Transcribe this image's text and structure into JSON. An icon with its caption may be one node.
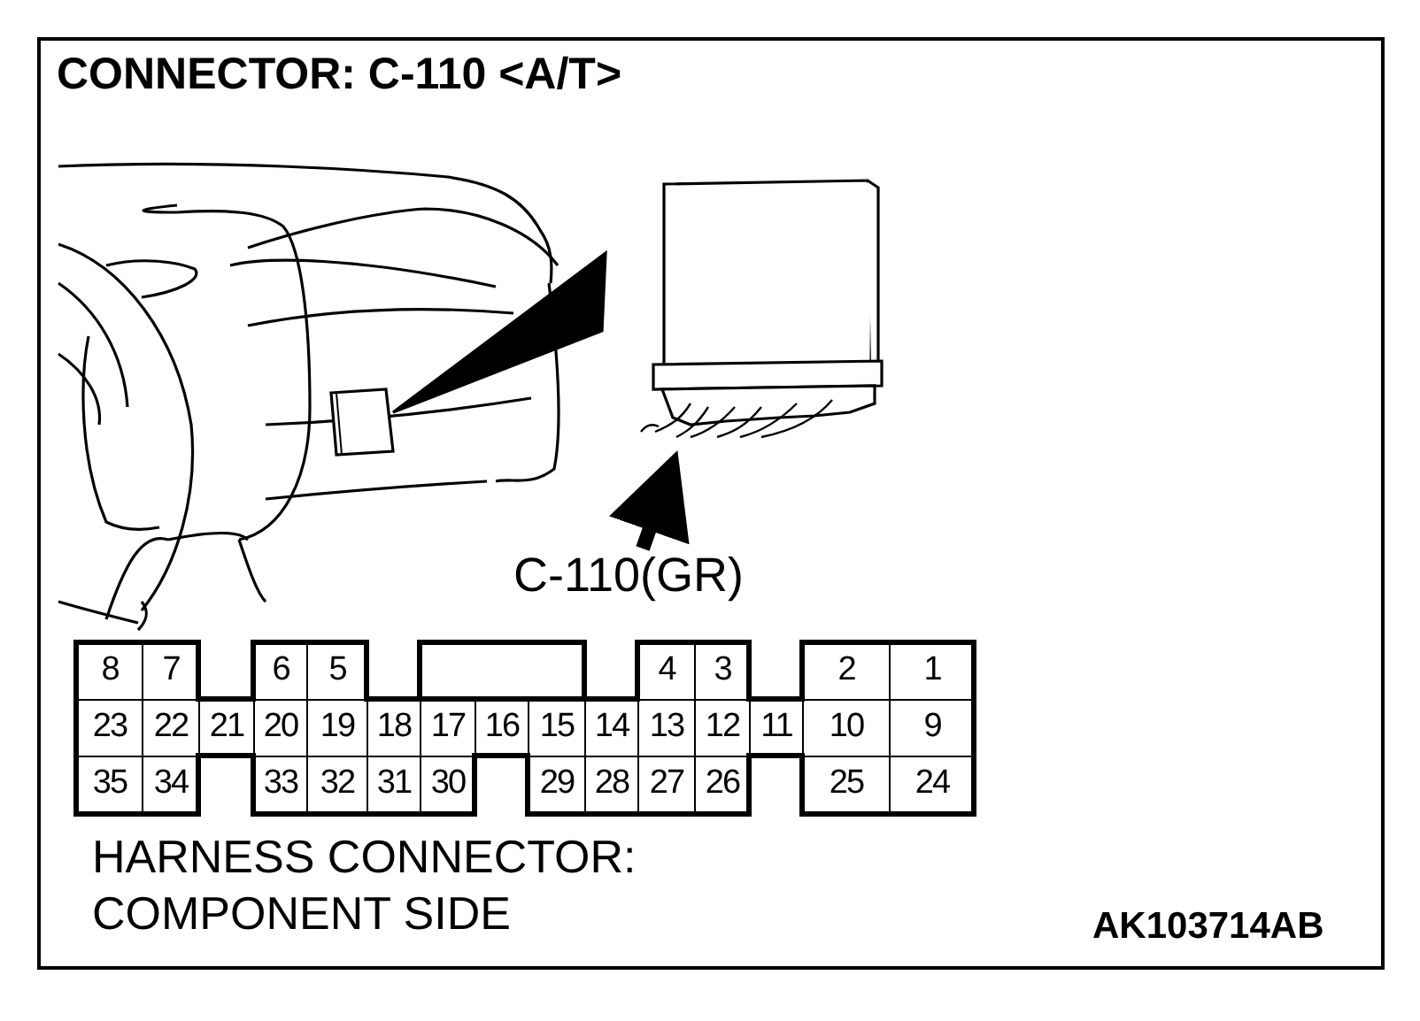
{
  "diagram": {
    "title": "CONNECTOR: C-110 <A/T>",
    "nodes": [
      {
        "text": [
          "C-110(GR)"
        ]
      },
      {
        "text": [],
        "shape": "box"
      }
    ],
    "edges": [
      {
        "from": 0,
        "to": 1,
        "arrow": "to"
      }
    ],
    "labels": [
      "8",
      "7",
      "6",
      "5",
      "4",
      "3",
      "2",
      "1",
      "23",
      "22",
      "21",
      "20",
      "19",
      "18",
      "17",
      "16",
      "15",
      "14",
      "13",
      "12",
      "11",
      "10",
      "9",
      "35",
      "34",
      "33",
      "32",
      "31",
      "30",
      "29",
      "28",
      "27",
      "26",
      "25",
      "24",
      "HARNESS CONNECTOR: COMPONENT SIDE",
      "AK103714AB"
    ]
  }
}
